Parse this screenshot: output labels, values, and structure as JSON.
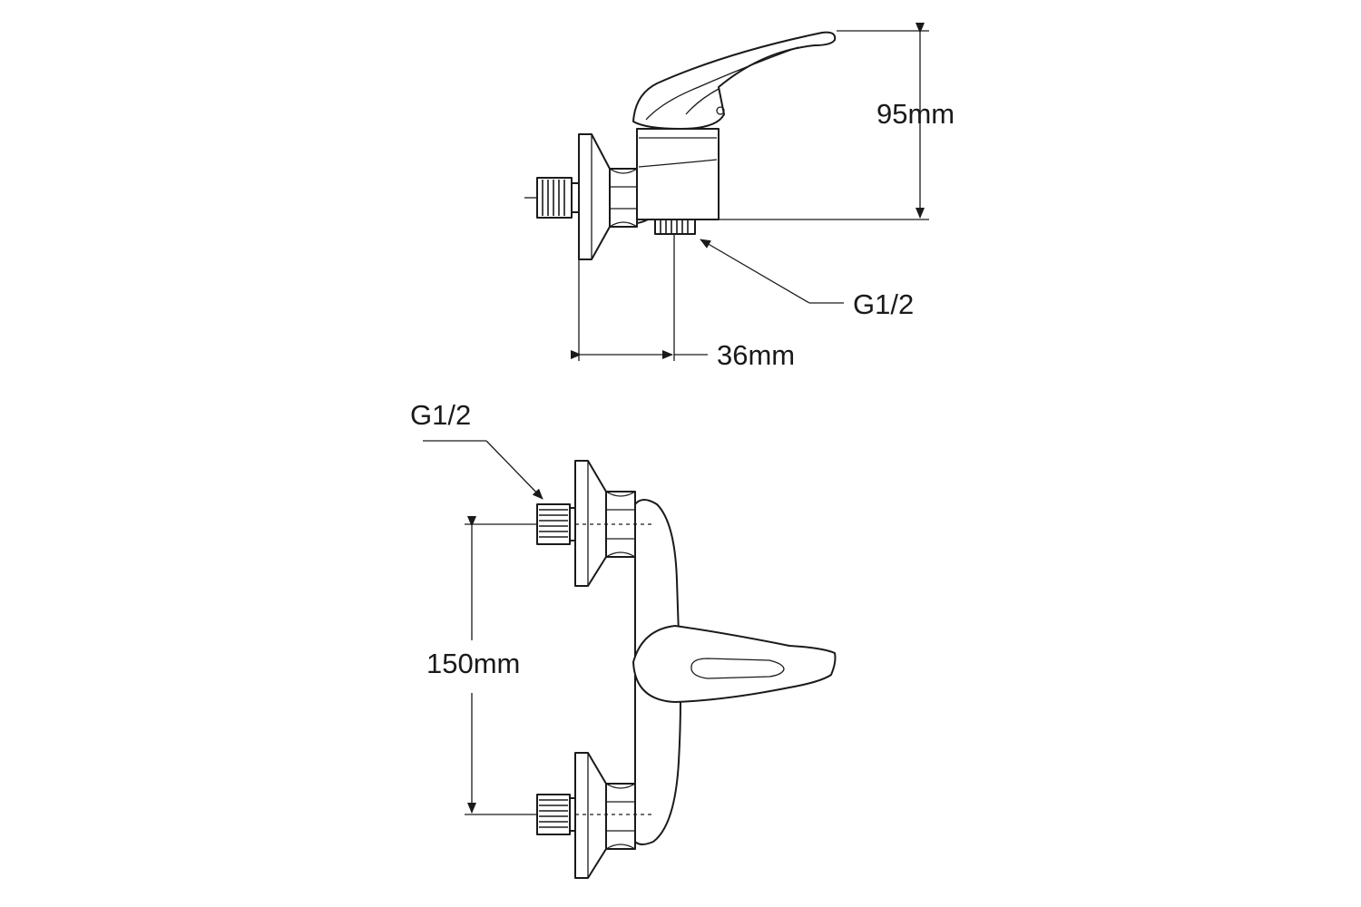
{
  "side_view": {
    "height_label": "95mm",
    "outlet_thread_label": "G1/2",
    "depth_label": "36mm"
  },
  "front_view": {
    "inlet_thread_label": "G1/2",
    "spacing_label": "150mm"
  },
  "colors": {
    "line": "#1a1a1a",
    "background": "#ffffff"
  }
}
